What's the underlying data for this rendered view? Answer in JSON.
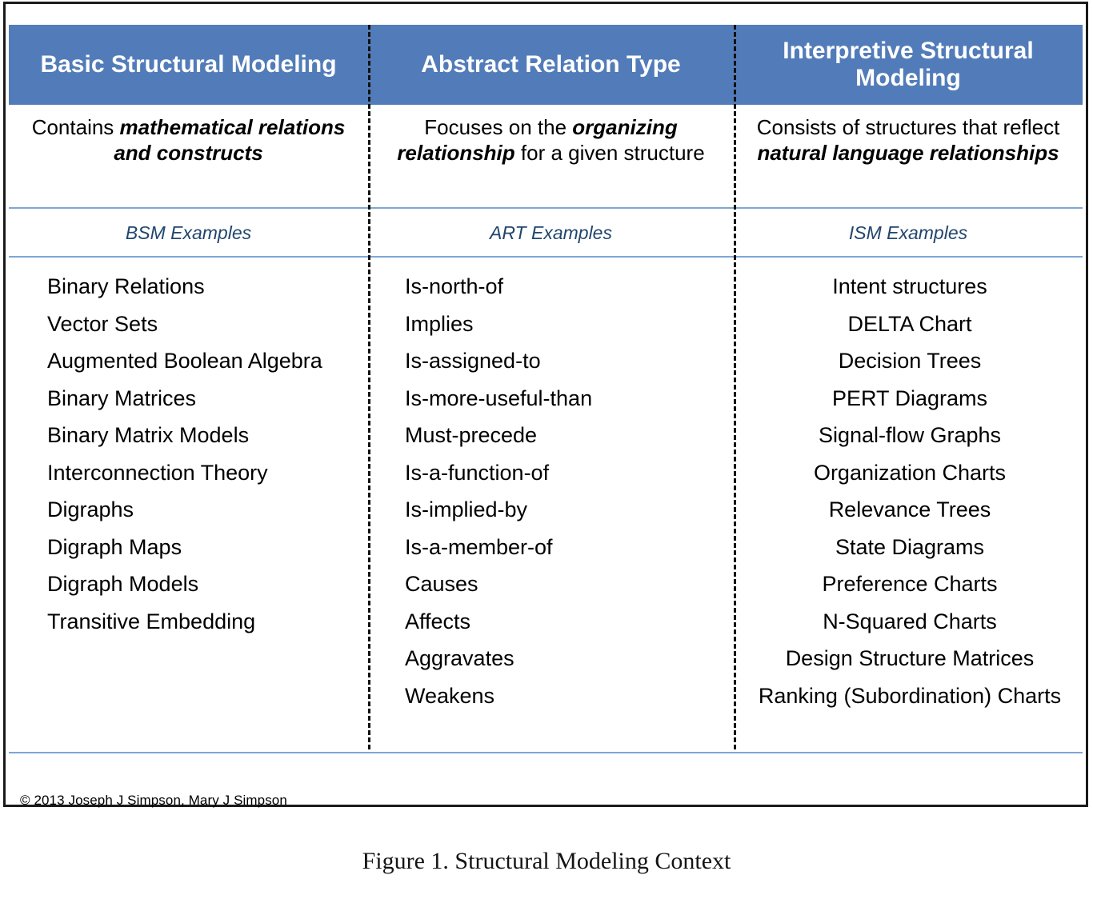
{
  "figure": {
    "caption": "Figure 1. Structural Modeling Context",
    "copyright": "© 2013 Joseph J Simpson, Mary J Simpson"
  },
  "colors": {
    "header_bg": "#527cb9",
    "header_text": "#ffffff",
    "rule": "#7fa6d6",
    "examples_text": "#21456e",
    "frame": "#1a1a1a",
    "separator": "#111111"
  },
  "columns": [
    {
      "header": "Basic Structural Modeling",
      "description_lead": "Contains ",
      "description_emphasis": "mathematical relations and constructs",
      "description_tail": "",
      "examples_label": "BSM Examples",
      "items": [
        "Binary Relations",
        "Vector Sets",
        "Augmented Boolean Algebra",
        "Binary Matrices",
        "Binary Matrix Models",
        "Interconnection Theory",
        "Digraphs",
        "Digraph Maps",
        "Digraph Models",
        "Transitive Embedding"
      ]
    },
    {
      "header": "Abstract Relation Type",
      "description_lead": "Focuses on the ",
      "description_emphasis": "organizing relationship",
      "description_tail": " for a given structure",
      "examples_label": "ART Examples",
      "items": [
        "Is-north-of",
        "Implies",
        "Is-assigned-to",
        "Is-more-useful-than",
        "Must-precede",
        "Is-a-function-of",
        "Is-implied-by",
        "Is-a-member-of",
        "Causes",
        "Affects",
        "Aggravates",
        "Weakens"
      ]
    },
    {
      "header": "Interpretive Structural Modeling",
      "description_lead": "Consists of structures that reflect ",
      "description_emphasis": "natural language relationships",
      "description_tail": "",
      "examples_label": "ISM Examples",
      "items": [
        "Intent structures",
        "DELTA Chart",
        "Decision Trees",
        "PERT Diagrams",
        "Signal-flow Graphs",
        "Organization Charts",
        "Relevance Trees",
        "State Diagrams",
        "Preference Charts",
        "N-Squared Charts",
        "Design Structure Matrices",
        "Ranking (Subordination) Charts"
      ]
    }
  ]
}
